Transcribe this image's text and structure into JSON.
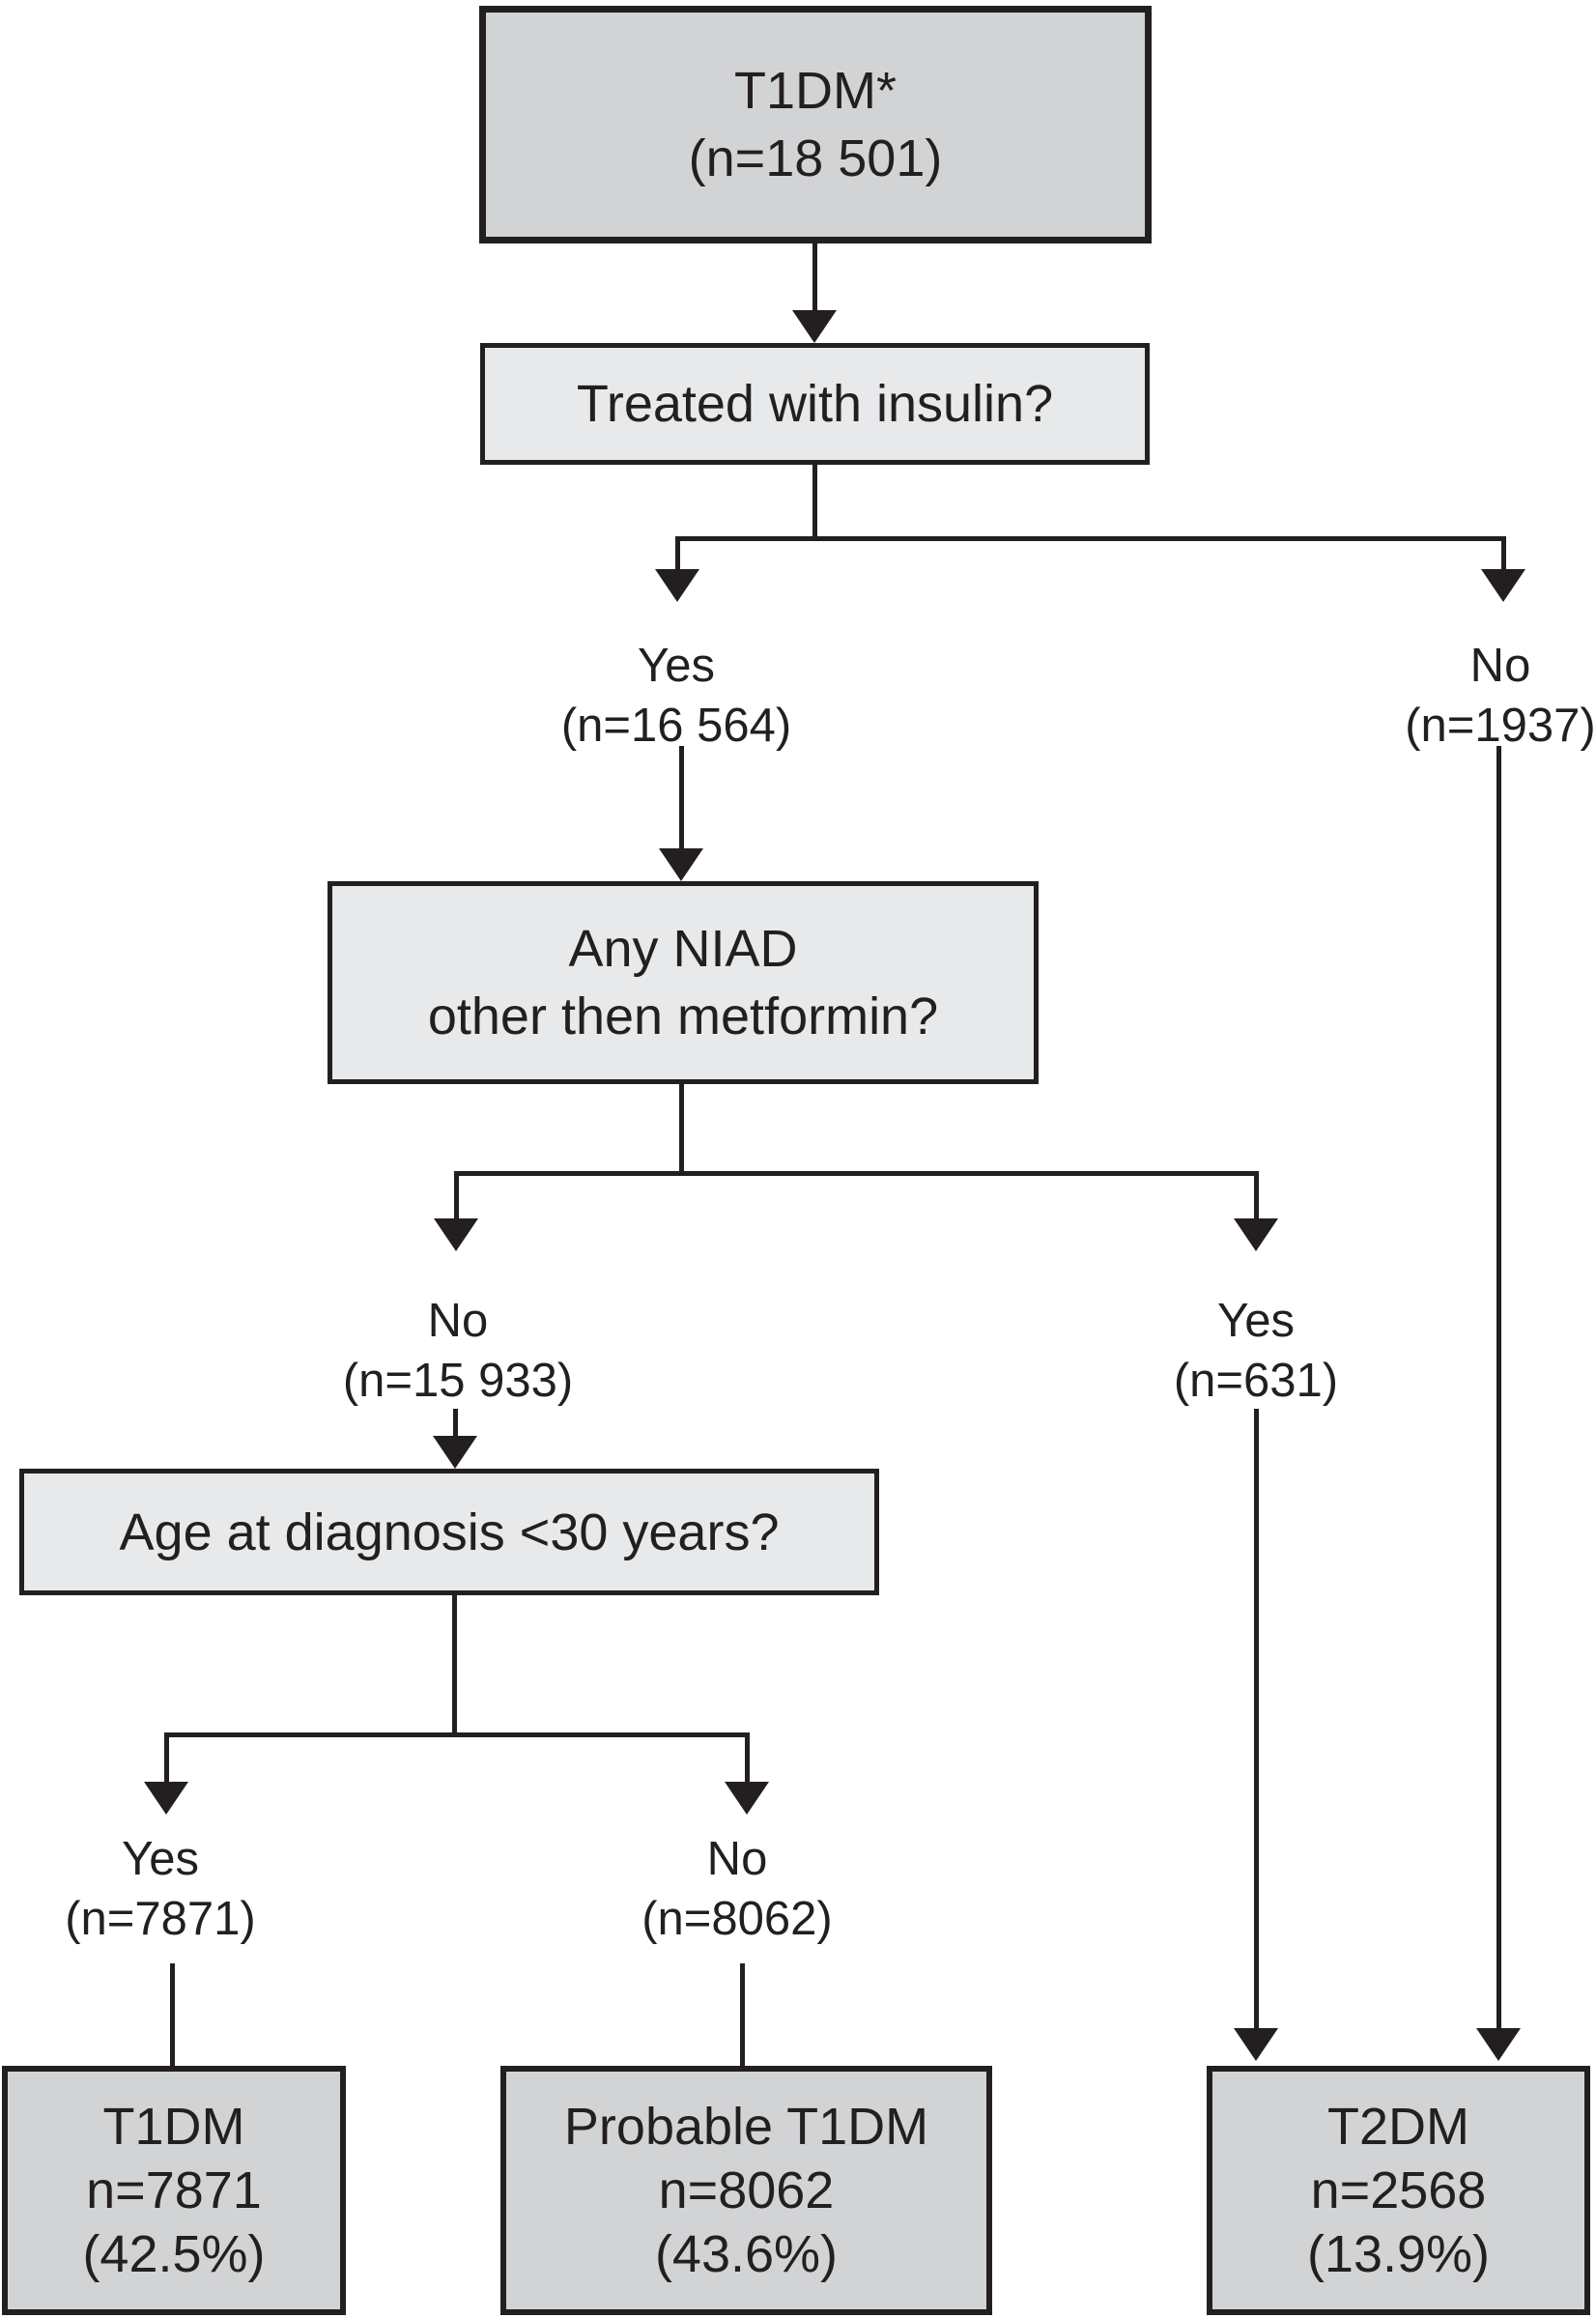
{
  "nodes": {
    "root": {
      "line1": "T1DM*",
      "line2": "(n=18 501)"
    },
    "q_insulin": {
      "label": "Treated with insulin?"
    },
    "q_niad": {
      "line1": "Any NIAD",
      "line2": "other then metformin?"
    },
    "q_age": {
      "label": "Age at diagnosis <30 years?"
    },
    "outcome_t1dm": {
      "line1": "T1DM",
      "line2": "n=7871",
      "line3": "(42.5%)"
    },
    "outcome_probable_t1dm": {
      "line1": "Probable T1DM",
      "line2": "n=8062",
      "line3": "(43.6%)"
    },
    "outcome_t2dm": {
      "line1": "T2DM",
      "line2": "n=2568",
      "line3": "(13.9%)"
    }
  },
  "branches": {
    "insulin_yes": {
      "answer": "Yes",
      "count": "(n=16 564)"
    },
    "insulin_no": {
      "answer": "No",
      "count": "(n=1937)"
    },
    "niad_no": {
      "answer": "No",
      "count": "(n=15 933)"
    },
    "niad_yes": {
      "answer": "Yes",
      "count": "(n=631)"
    },
    "age_yes": {
      "answer": "Yes",
      "count": "(n=7871)"
    },
    "age_no": {
      "answer": "No",
      "count": "(n=8062)"
    }
  },
  "colors": {
    "ink": "#231f20",
    "node_fill_dark": "#d2d3d4",
    "node_fill_light": "#e8e9ea",
    "background": "#ffffff"
  }
}
